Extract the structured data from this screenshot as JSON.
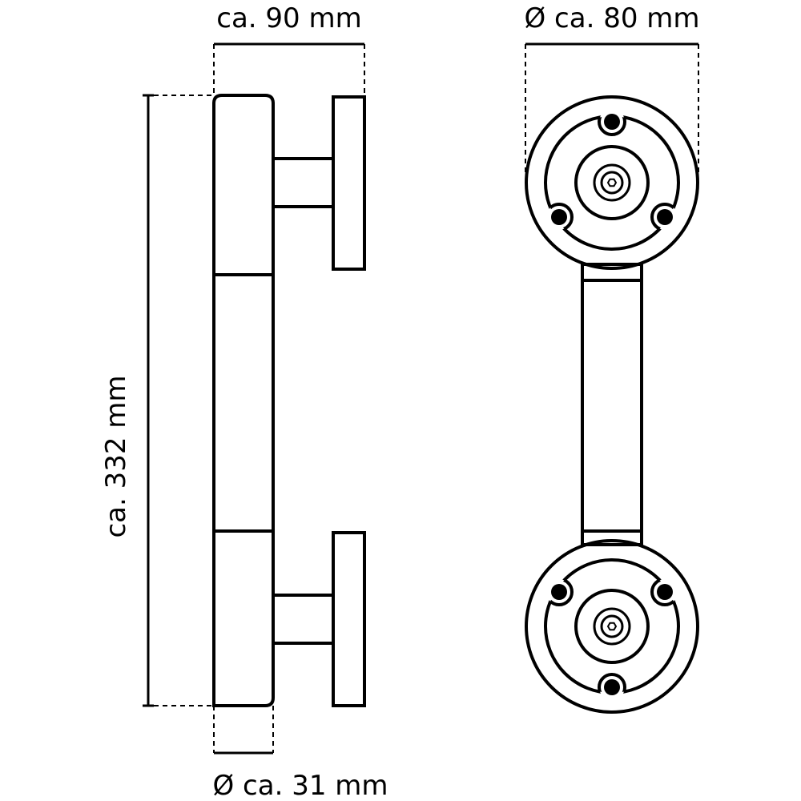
{
  "dimensions": {
    "width_label": "ca. 90 mm",
    "diameter_plate_label": "Ø ca. 80 mm",
    "length_label": "ca. 332 mm",
    "diameter_grip_label": "Ø ca. 31 mm"
  },
  "colors": {
    "line": "#000000",
    "background": "#ffffff"
  }
}
